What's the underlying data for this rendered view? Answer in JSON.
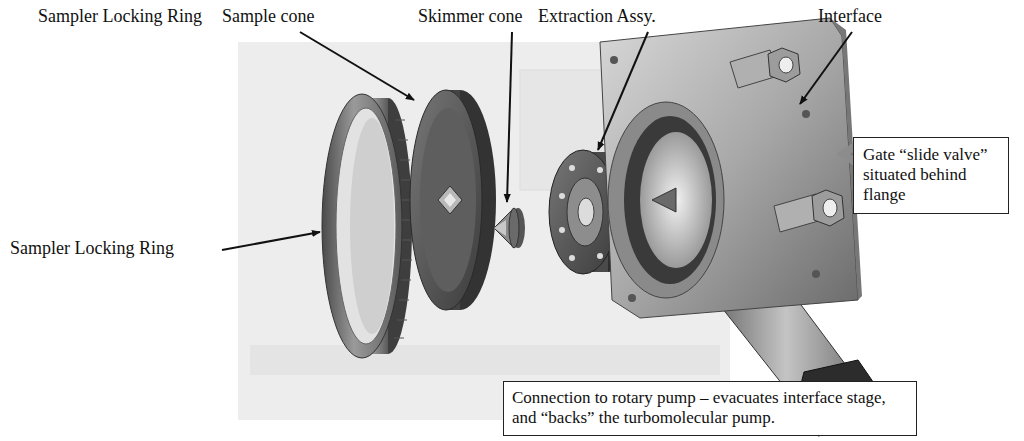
{
  "diagram": {
    "nodes": [
      {
        "text": [
          "Gate “slide valve” situated behind flange"
        ]
      },
      {
        "text": [
          "Connection to rotary pump – evacuates interface stage, and “backs” the turbomolecular pump."
        ]
      }
    ],
    "labels": [
      "Sampler Locking Ring",
      "Sample cone",
      "Skimmer cone",
      "Extraction Assy.",
      "Interface",
      "Sampler Locking Ring"
    ]
  }
}
